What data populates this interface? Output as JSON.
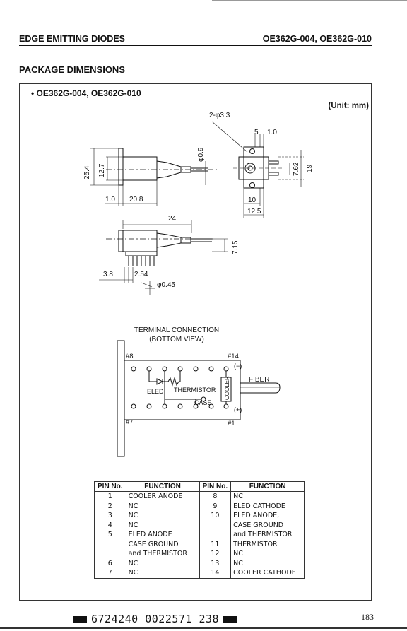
{
  "header": {
    "left": "EDGE EMITTING DIODES",
    "right": "OE362G-004, OE362G-010"
  },
  "section_title": "PACKAGE DIMENSIONS",
  "model_label": "• OE362G-004, OE362G-010",
  "unit_label": "(Unit: mm)",
  "dimensions": {
    "hole": "2-φ3.3",
    "d5": "5",
    "d1_0_top": "1.0",
    "d0_9": "φ0.9",
    "d25_4": "25.4",
    "d12_7": "12.7",
    "d1_0": "1.0",
    "d20_8": "20.8",
    "d7_62": "7.62",
    "d19": "19",
    "d10": "10",
    "d12_5": "12.5",
    "d24": "24",
    "d7_15": "7.15",
    "d3_8": "3.8",
    "d2_54": "2.54",
    "d0_45": "φ0.45"
  },
  "terminal": {
    "title_line1": "TERMINAL CONNECTION",
    "title_line2": "(BOTTOM VIEW)",
    "pin8": "#8",
    "pin14": "#14",
    "pin7": "#7",
    "pin1": "#1",
    "minus": "(−)",
    "plus": "(+)",
    "fiber": "FIBER",
    "eled": "ELED",
    "thermistor": "THERMISTOR",
    "case": "CASE",
    "cooler": "COOLER"
  },
  "pin_table": {
    "headers": [
      "PIN No.",
      "FUNCTION",
      "PIN No.",
      "FUNCTION"
    ],
    "left": [
      {
        "no": "1",
        "fn": "COOLER ANODE"
      },
      {
        "no": "2",
        "fn": "NC"
      },
      {
        "no": "3",
        "fn": "NC"
      },
      {
        "no": "4",
        "fn": "NC"
      },
      {
        "no": "5",
        "fn": "ELED  ANODE"
      },
      {
        "no": "",
        "fn": "CASE GROUND"
      },
      {
        "no": "",
        "fn": "and THERMISTOR"
      },
      {
        "no": "6",
        "fn": "NC"
      },
      {
        "no": "7",
        "fn": "NC"
      }
    ],
    "right": [
      {
        "no": "8",
        "fn": "NC"
      },
      {
        "no": "9",
        "fn": "ELED  CATHODE"
      },
      {
        "no": "10",
        "fn": "ELED  ANODE,"
      },
      {
        "no": "",
        "fn": "CASE GROUND"
      },
      {
        "no": "",
        "fn": "and THERMISTOR"
      },
      {
        "no": "11",
        "fn": "THERMISTOR"
      },
      {
        "no": "12",
        "fn": "NC"
      },
      {
        "no": "13",
        "fn": "NC"
      },
      {
        "no": "14",
        "fn": "COOLER CATHODE"
      }
    ]
  },
  "footer": {
    "code": "6724240 0022571 238",
    "page_number": "183"
  }
}
